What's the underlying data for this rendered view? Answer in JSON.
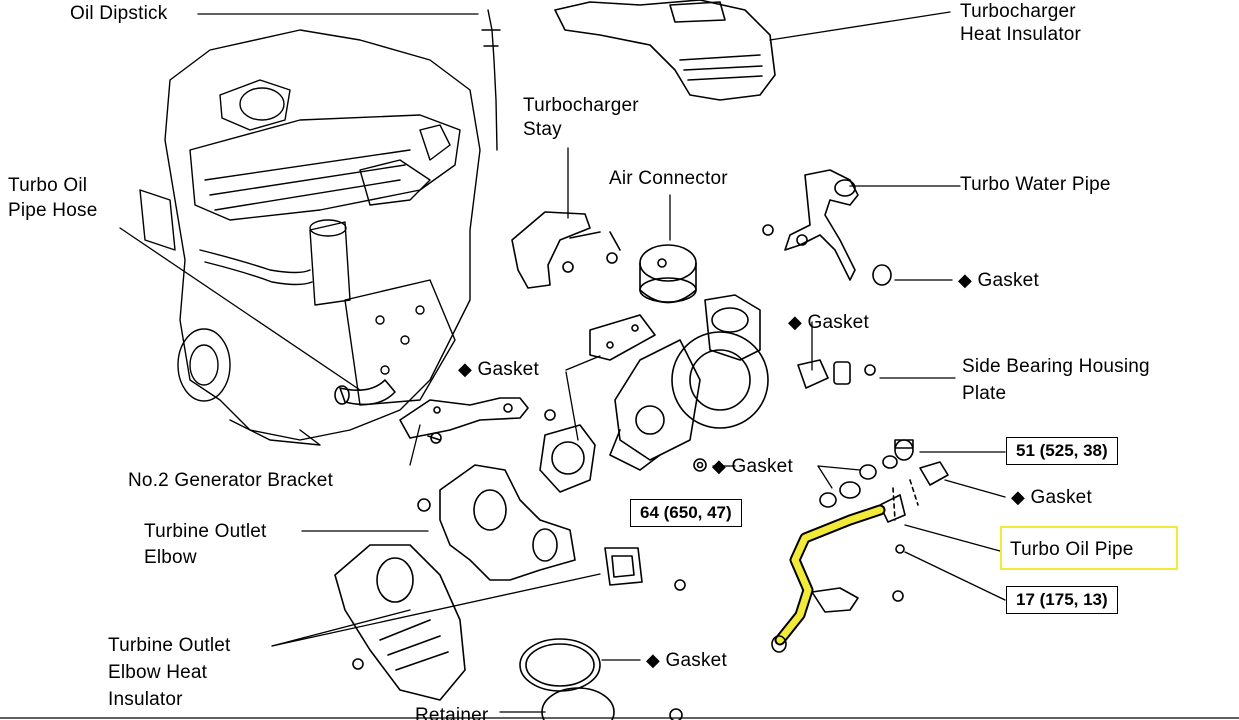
{
  "labels": {
    "oil_dipstick": "Oil Dipstick",
    "turbo_heat_insulator_1": "Turbocharger",
    "turbo_heat_insulator_2": "Heat Insulator",
    "turbo_stay_1": "Turbocharger",
    "turbo_stay_2": "Stay",
    "air_connector": "Air Connector",
    "turbo_water_pipe": "Turbo Water Pipe",
    "turbo_oil_pipe_hose_1": "Turbo Oil",
    "turbo_oil_pipe_hose_2": "Pipe Hose",
    "gasket": "Gasket",
    "side_bearing_1": "Side Bearing Housing",
    "side_bearing_2": "Plate",
    "no2_generator_bracket": "No.2 Generator Bracket",
    "turbine_outlet_elbow_1": "Turbine Outlet",
    "turbine_outlet_elbow_2": "Elbow",
    "turbine_heat_insulator_1": "Turbine Outlet",
    "turbine_heat_insulator_2": "Elbow Heat",
    "turbine_heat_insulator_3": "Insulator",
    "turbo_oil_pipe": "Turbo Oil Pipe",
    "retainer": "Retainer",
    "diamond": "◆"
  },
  "torque": {
    "t51": "51 (525, 38)",
    "t64": "64 (650, 47)",
    "t17": "17 (175, 13)"
  },
  "colors": {
    "highlight": "#f2ea3a",
    "ink": "#000000"
  }
}
